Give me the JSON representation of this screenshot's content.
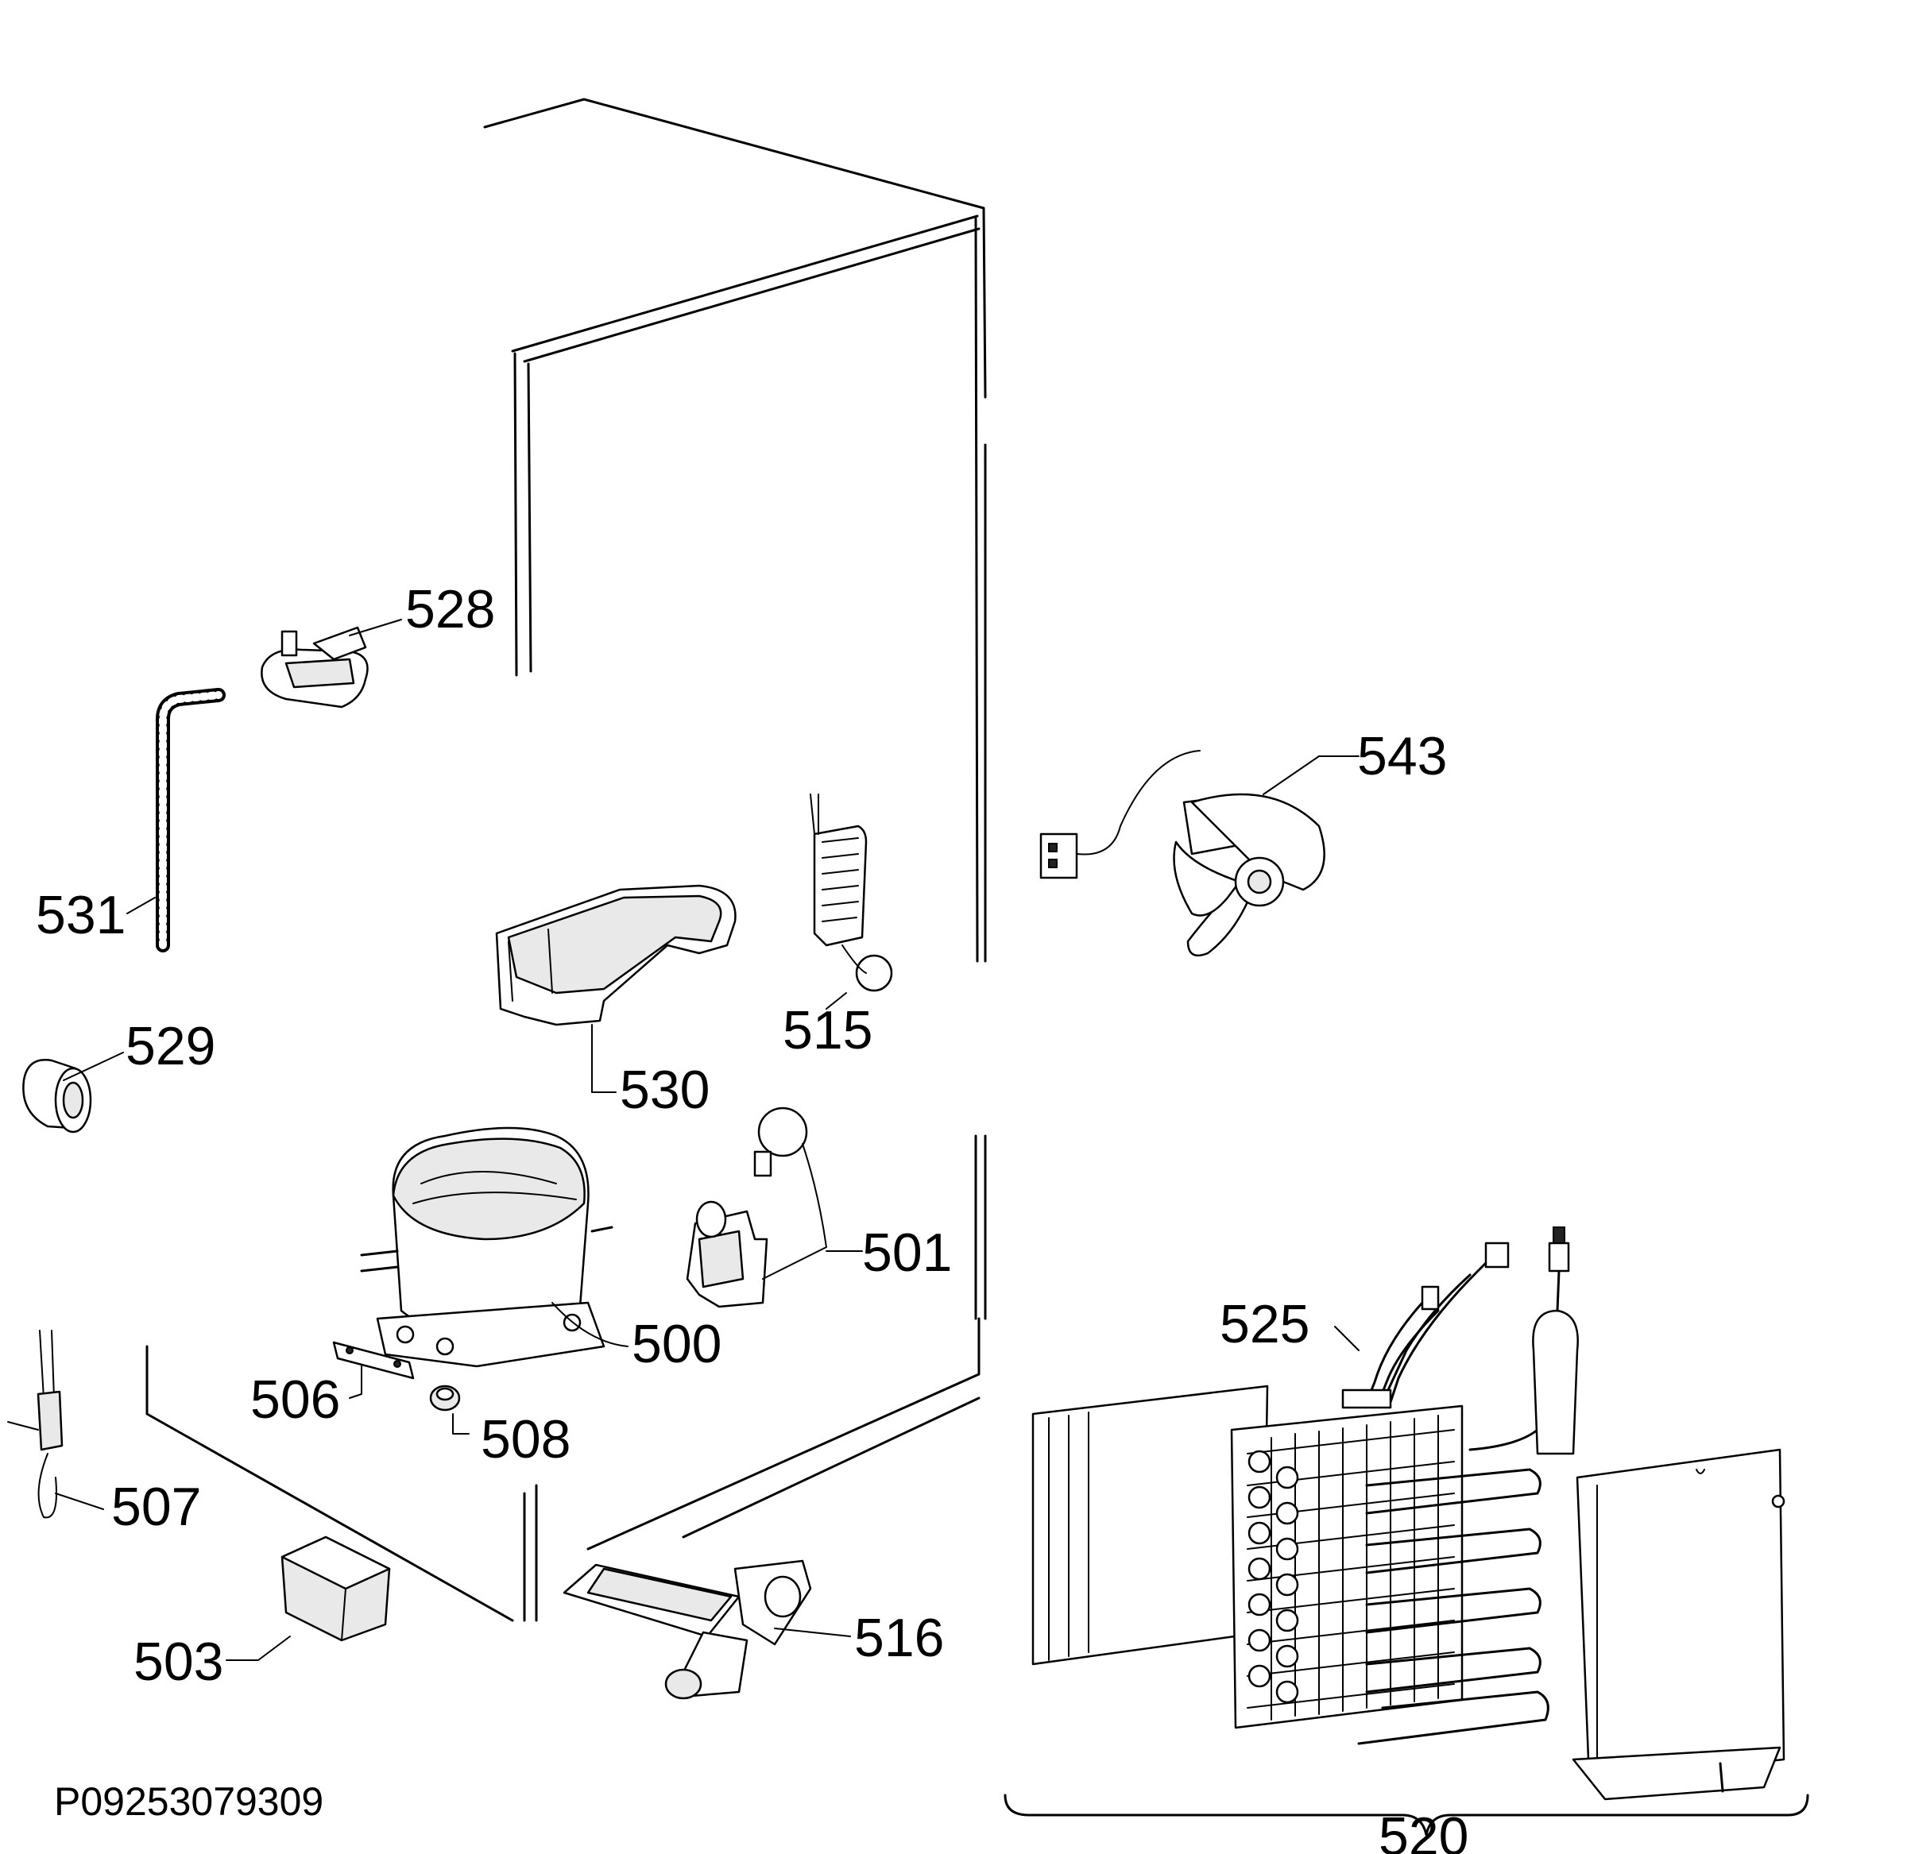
{
  "diagram_code": "P09253079309",
  "parts": {
    "p500": "500",
    "p501": "501",
    "p503": "503",
    "p506": "506",
    "p507": "507",
    "p508": "508",
    "p515": "515",
    "p516": "516",
    "p520": "520",
    "p525": "525",
    "p528": "528",
    "p529": "529",
    "p530": "530",
    "p531": "531",
    "p543": "543"
  }
}
